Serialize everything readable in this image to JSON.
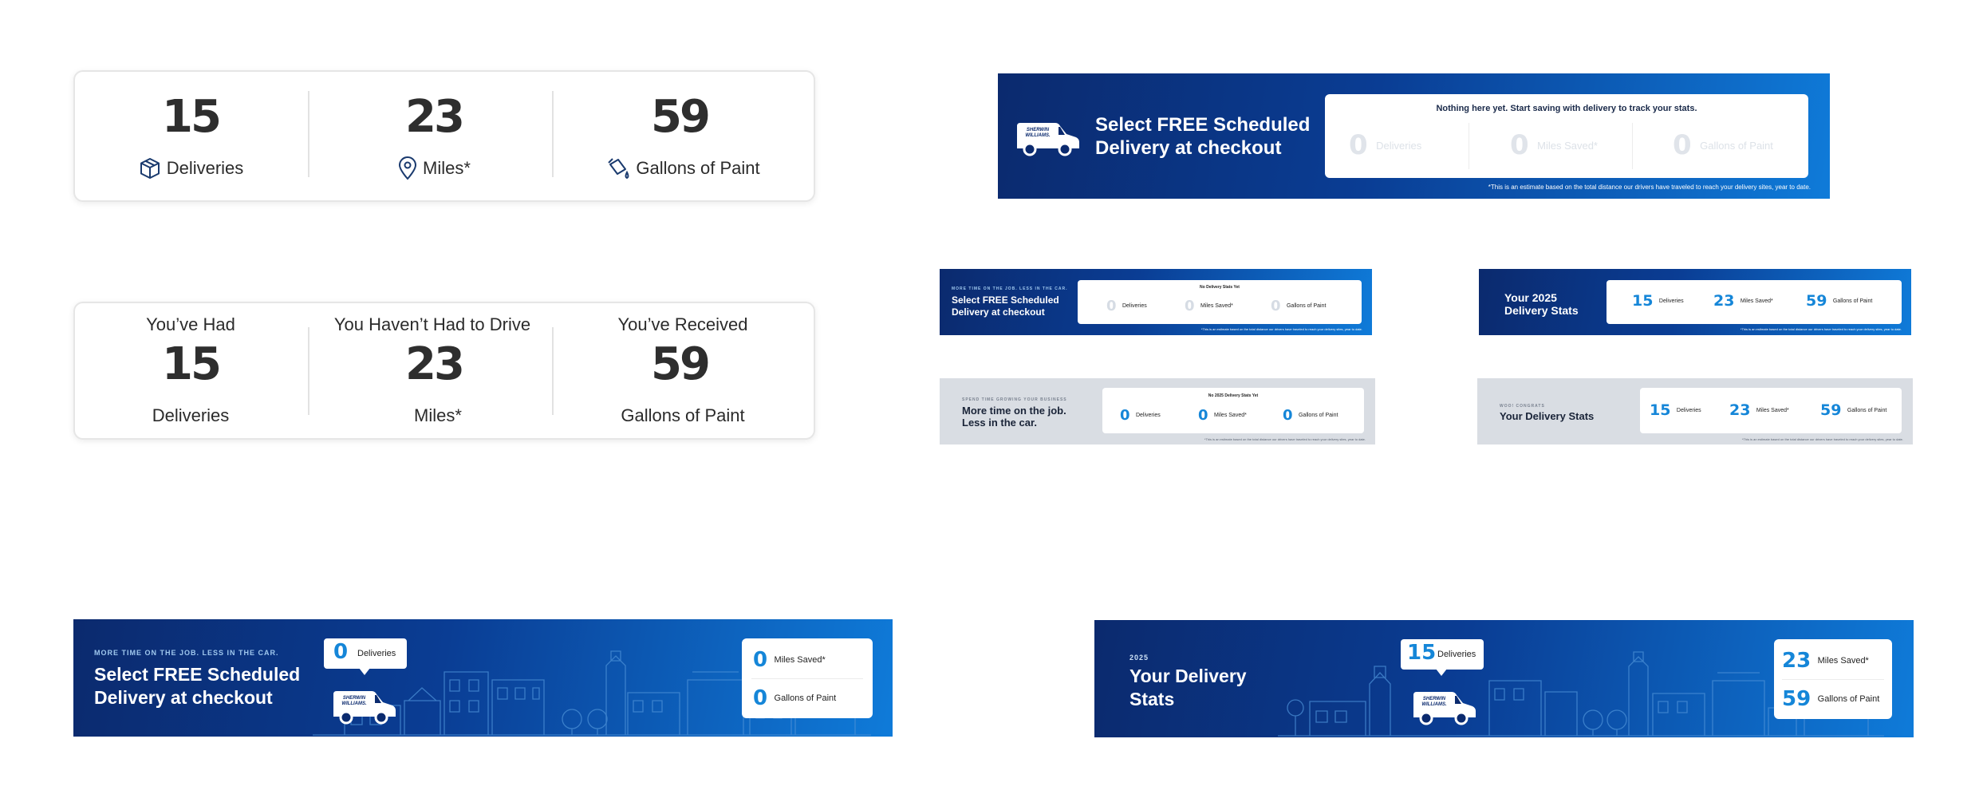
{
  "card1": {
    "stats": [
      {
        "num": "15",
        "label": "Deliveries",
        "icon": "box-icon"
      },
      {
        "num": "23",
        "label": "Miles*",
        "icon": "map-pin-icon"
      },
      {
        "num": "59",
        "label": "Gallons of Paint",
        "icon": "paint-bucket-icon"
      }
    ]
  },
  "card2": {
    "stats": [
      {
        "top": "You’ve Had",
        "num": "15",
        "label": "Deliveries"
      },
      {
        "top": "You Haven’t Had to Drive",
        "num": "23",
        "label": "Miles*"
      },
      {
        "top": "You’ve  Received",
        "num": "59",
        "label": "Gallons of Paint"
      }
    ]
  },
  "banner_large": {
    "van_text": "SHERWIN WILLIAMS.",
    "headline_1": "Select FREE Scheduled",
    "headline_2": "Delivery at checkout",
    "empty_msg": "Nothing here yet. Start saving with delivery to track your stats.",
    "stats": [
      {
        "num": "0",
        "label": "Deliveries"
      },
      {
        "num": "0",
        "label": "Miles Saved*"
      },
      {
        "num": "0",
        "label": "Gallons of Paint"
      }
    ],
    "footnote": "*This is an estimate based on the total distance our drivers have traveled to reach your delivery sites, year to date."
  },
  "banner_s1": {
    "eyebrow": "MORE TIME ON THE JOB. LESS IN THE CAR.",
    "headline_1": "Select FREE Scheduled",
    "headline_2": "Delivery at checkout",
    "empty_msg": "No Delivery Stats Yet",
    "stats": [
      {
        "num": "0",
        "label": "Deliveries"
      },
      {
        "num": "0",
        "label": "Miles Saved*"
      },
      {
        "num": "0",
        "label": "Gallons of Paint"
      }
    ],
    "footnote": "*This is an estimate based on the total distance our drivers have traveled to reach your delivery sites, year to date."
  },
  "banner_s2": {
    "headline_1": "Your 2025",
    "headline_2": "Delivery Stats",
    "stats": [
      {
        "num": "15",
        "label": "Deliveries"
      },
      {
        "num": "23",
        "label": "Miles Saved*"
      },
      {
        "num": "59",
        "label": "Gallons of Paint"
      }
    ],
    "footnote": "*This is an estimate based on the total distance our drivers have traveled to reach your delivery sites, year to date."
  },
  "banner_s3": {
    "eyebrow": "SPEND TIME GROWING YOUR BUSINESS",
    "headline_1": "More time on the job.",
    "headline_2": "Less in the car.",
    "empty_msg": "No 2025 Delivery Stats Yet",
    "stats": [
      {
        "num": "0",
        "label": "Deliveries"
      },
      {
        "num": "0",
        "label": "Miles Saved*"
      },
      {
        "num": "0",
        "label": "Gallons of Paint"
      }
    ],
    "footnote": "*This is an estimate based on the total distance our drivers have traveled to reach your delivery sites, year to date."
  },
  "banner_s4": {
    "eyebrow": "WOO! CONGRATS",
    "headline_1": "Your Delivery Stats",
    "stats": [
      {
        "num": "15",
        "label": "Deliveries"
      },
      {
        "num": "23",
        "label": "Miles Saved*"
      },
      {
        "num": "59",
        "label": "Gallons of Paint"
      }
    ],
    "footnote": "*This is an estimate based on the total distance our drivers have traveled to reach your delivery sites, year to date."
  },
  "banner_city1": {
    "eyebrow": "MORE TIME ON THE JOB. LESS IN THE CAR.",
    "headline_1": "Select FREE Scheduled",
    "headline_2": "Delivery at checkout",
    "bubble_num": "0",
    "bubble_label": "Deliveries",
    "van_text": "SHERWIN WILLIAMS.",
    "stats": [
      {
        "num": "0",
        "label": "Miles Saved*"
      },
      {
        "num": "0",
        "label": "Gallons of Paint"
      }
    ]
  },
  "banner_city2": {
    "eyebrow": "2025",
    "headline_1": "Your Delivery",
    "headline_2": "Stats",
    "bubble_num": "15",
    "bubble_label": "Deliveries",
    "van_text": "SHERWIN WILLIAMS.",
    "stats": [
      {
        "num": "23",
        "label": "Miles Saved*"
      },
      {
        "num": "59",
        "label": "Gallons of Paint"
      }
    ]
  },
  "colors": {
    "accent": "#1586d8",
    "navy": "#0b2a6e",
    "blue": "#0f7bd9",
    "grey_banner": "#d9dde3",
    "text_dark": "#2e2e2e"
  }
}
